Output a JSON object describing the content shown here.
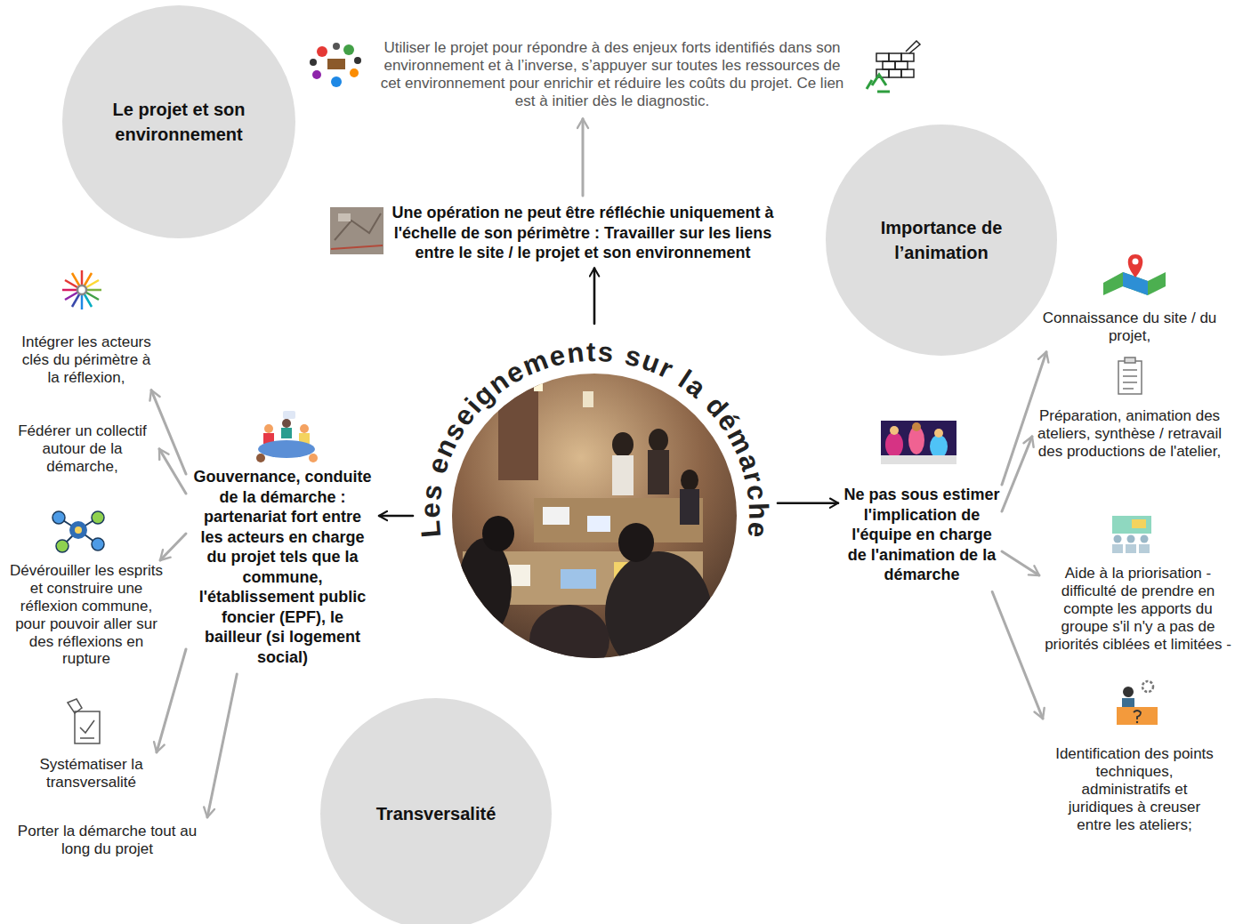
{
  "diagram": {
    "nodes": [
      {
        "text": [
          "Le projet et son environnement"
        ]
      },
      {
        "text": [
          "Utiliser le projet pour répondre à des enjeux forts identifiés dans son environnement et à l’inverse, s’appuyer sur toutes les ressources de cet environnement pour enrichir et réduire les coûts du projet. Ce lien est à initier dès le diagnostic."
        ]
      },
      {
        "text": [
          "Une opération ne peut être réfléchie uniquement à l'échelle de son périmètre : Travailler sur les liens entre le site / le projet et son environnement"
        ]
      },
      {
        "text": [
          "Importance de l’animation"
        ]
      },
      {
        "text": [
          "Les enseignements sur la démarche"
        ]
      },
      {
        "text": [
          "Gouvernance, conduite de la démarche : partenariat fort entre les acteurs en charge du projet tels que la commune, l'établissement public foncier (EPF), le bailleur (si logement social)"
        ]
      },
      {
        "text": [
          "Intégrer les acteurs clés du périmètre à la réflexion,"
        ]
      },
      {
        "text": [
          "Fédérer un collectif autour de la démarche,"
        ]
      },
      {
        "text": [
          "Dévérouiller les esprits et construire une réflexion commune, pour pouvoir aller sur des réflexions en rupture"
        ]
      },
      {
        "text": [
          "Systématiser la transversalité"
        ]
      },
      {
        "text": [
          "Porter la démarche tout au long du projet"
        ]
      },
      {
        "text": [
          "Ne pas sous estimer l'implication de l'équipe en charge de l'animation de la démarche"
        ]
      },
      {
        "text": [
          "Connaissance du site / du projet,"
        ]
      },
      {
        "text": [
          "Préparation, animation des ateliers, synthèse / retravail des productions de l'atelier,"
        ]
      },
      {
        "text": [
          "Aide à la priorisation - difficulté de prendre en compte les apports du groupe s'il n'y a pas de priorités ciblées et limitées -"
        ]
      },
      {
        "text": [
          "Identification des points techniques, administratifs et juridiques à creuser entre les ateliers;"
        ]
      },
      {
        "text": [
          "Transversalité"
        ]
      }
    ],
    "edges": [
      {
        "from": 4,
        "to": 2,
        "arrow": "to"
      },
      {
        "from": 2,
        "to": 1,
        "arrow": "to"
      },
      {
        "from": 4,
        "to": 5,
        "arrow": "to"
      },
      {
        "from": 4,
        "to": 11,
        "arrow": "to"
      },
      {
        "from": 5,
        "to": 6,
        "arrow": "to"
      },
      {
        "from": 5,
        "to": 7,
        "arrow": "to"
      },
      {
        "from": 5,
        "to": 8,
        "arrow": "to"
      },
      {
        "from": 5,
        "to": 9,
        "arrow": "to"
      },
      {
        "from": 5,
        "to": 10,
        "arrow": "to"
      },
      {
        "from": 11,
        "to": 12,
        "arrow": "to"
      },
      {
        "from": 11,
        "to": 13,
        "arrow": "to"
      },
      {
        "from": 11,
        "to": 14,
        "arrow": "to"
      },
      {
        "from": 11,
        "to": 15,
        "arrow": "to"
      }
    ]
  }
}
